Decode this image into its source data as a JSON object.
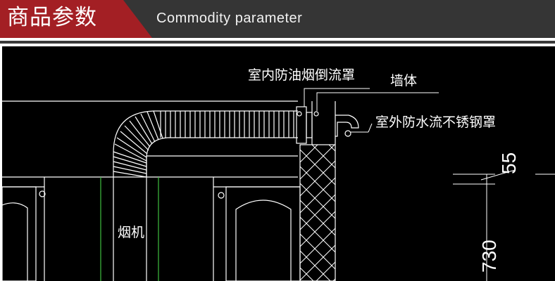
{
  "header": {
    "title_zh": "商品参数",
    "title_en": "Commodity parameter",
    "colors": {
      "accent": "#a31f24",
      "bar": "#353535"
    }
  },
  "drawing": {
    "labels": {
      "indoor_hood": "室内防油烟倒流罩",
      "wall": "墙体",
      "outdoor_hood": "室外防水流不锈钢罩",
      "range_hood": "烟机"
    },
    "dimensions": {
      "upper": "55",
      "lower": "730"
    },
    "colors": {
      "background": "#000000",
      "lines": "#ffffff",
      "accent_line": "#3fbf3f"
    }
  }
}
